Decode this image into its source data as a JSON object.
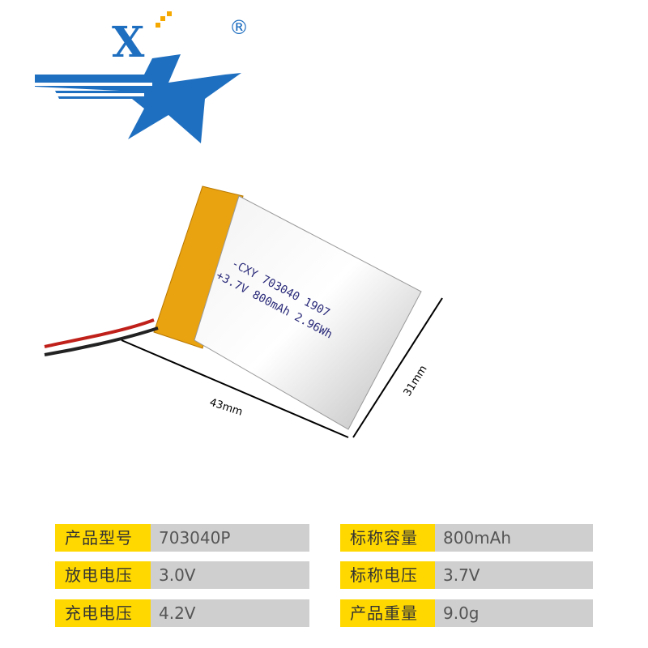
{
  "logo": {
    "letter": "X",
    "registered": "®",
    "colors": {
      "blue": "#1f6fc0",
      "gold": "#f5a800"
    }
  },
  "product": {
    "label_line1": "-CXY 703040 1907",
    "label_line2": "+3.7V 800mAh 2.96Wh",
    "dimension_length": "43mm",
    "dimension_width": "31mm"
  },
  "specs": [
    {
      "label": "产品型号",
      "value": "703040P"
    },
    {
      "label": "标称容量",
      "value": "800mAh"
    },
    {
      "label": "放电电压",
      "value": "3.0V"
    },
    {
      "label": "标称电压",
      "value": "3.7V"
    },
    {
      "label": "充电电压",
      "value": "4.2V"
    },
    {
      "label": "产品重量",
      "value": "9.0g"
    }
  ],
  "colors": {
    "label_bg": "#ffd800",
    "value_bg": "#cfcfcf"
  }
}
